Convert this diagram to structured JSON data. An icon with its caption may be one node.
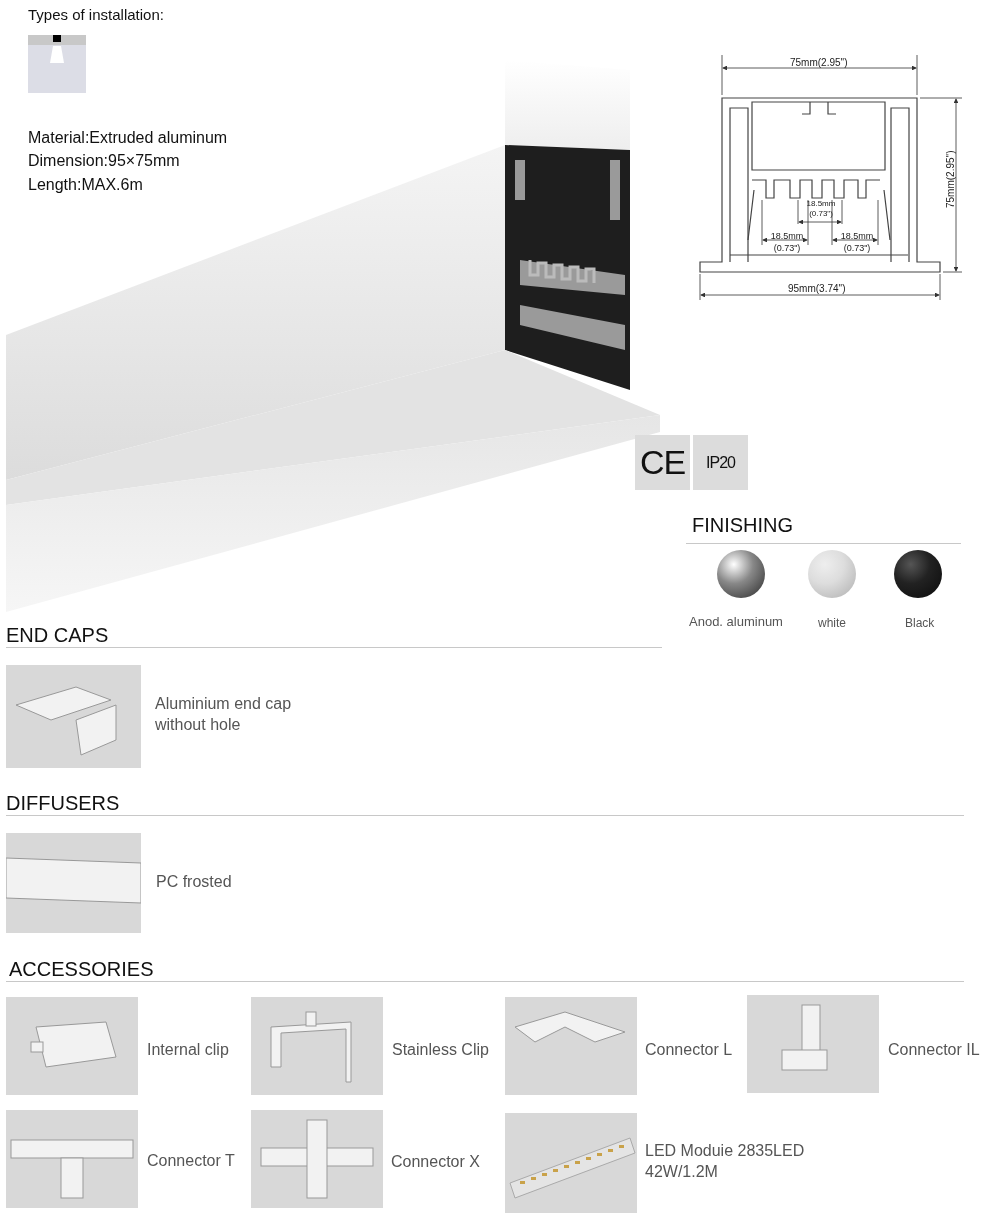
{
  "diagram": {
    "labels": [
      "Types of installation:",
      "Material:Extruded aluminum",
      "Dimension:95×75mm",
      "Length:MAX.6m",
      "75mm(2.95\")",
      "75mm(2.95\")",
      "18.5mm (0.73\")",
      "18.5mm (0.73\")",
      "18.5mm (0.73\")",
      "95mm(3.74\")",
      "CE",
      "IP20",
      "FINISHING",
      "Anod. aluminum",
      "white",
      "Black",
      "END CAPS",
      "Aluminium end cap without hole",
      "DIFFUSERS",
      "PC frosted",
      "ACCESSORIES",
      "Internal clip",
      "Stainless Clip",
      "Connector L",
      "Connector IL",
      "Connector T",
      "Connector X",
      "LED Moduie 2835LED 42W/1.2M"
    ]
  }
}
